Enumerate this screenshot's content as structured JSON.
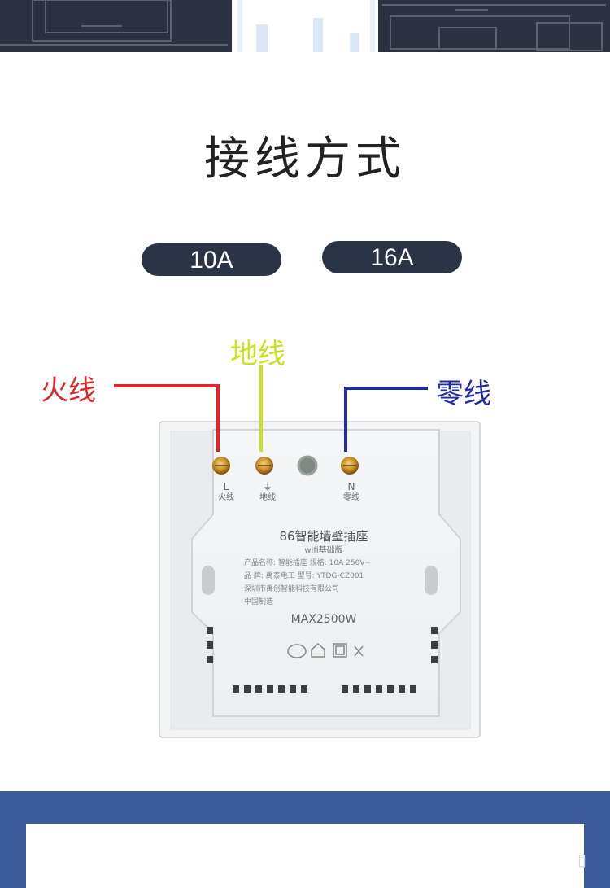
{
  "title": "接线方式",
  "options": [
    {
      "label": "10A"
    },
    {
      "label": "16A"
    }
  ],
  "wires": {
    "live": "火线",
    "ground": "地线",
    "neutral": "零线"
  },
  "wire_colors": {
    "live": "#e0252b",
    "ground": "#c9e21e",
    "neutral": "#1f2aa5"
  },
  "socket": {
    "terminals": [
      {
        "symbol": "L",
        "label": "火线"
      },
      {
        "symbol": "⏚",
        "label": "地线"
      },
      {
        "symbol": "N",
        "label": "零线"
      }
    ],
    "product_title": "86智能墙壁插座",
    "product_subtitle": "wifi基础版",
    "spec_line1": "产品名称:  智能插座    规格: 10A 250V~",
    "spec_line2": "品    牌:  禹泰电工    型号: YTDG-CZ001",
    "spec_line3": "深圳市禹创智能科技有限公司",
    "spec_line4": "中国制造",
    "max_power": "MAX2500W"
  },
  "corner_glyph": "▯"
}
